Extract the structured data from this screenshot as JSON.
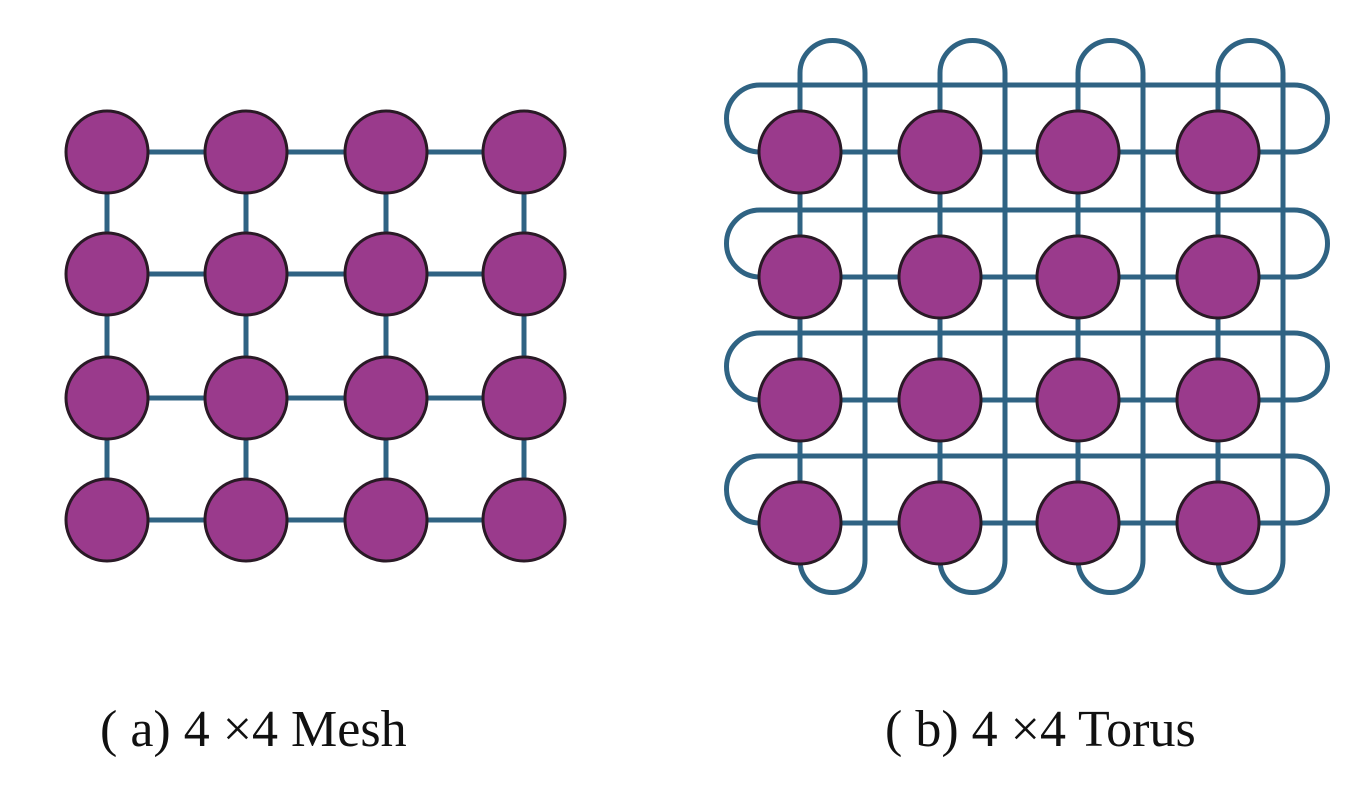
{
  "colors": {
    "node_fill": "#9a3a8c",
    "node_stroke": "#2a1a26",
    "link": "#2f6383"
  },
  "mesh": {
    "rows": 4,
    "cols": 4,
    "caption": "( a) 4 ×4  Mesh"
  },
  "torus": {
    "rows": 4,
    "cols": 4,
    "caption": "( b) 4 ×4  Torus"
  }
}
